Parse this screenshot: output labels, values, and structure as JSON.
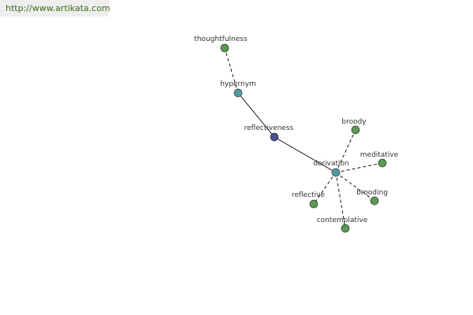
{
  "header": {
    "url": "http://www.artikata.com"
  },
  "colors": {
    "leaf_node": "#5a9a52",
    "hub_node": "#4f9aa0",
    "root_node": "#4a5090",
    "edge": "#000000"
  },
  "graph": {
    "nodes": [
      {
        "id": "thoughtfulness",
        "label": "thoughtfulness",
        "kind": "leaf"
      },
      {
        "id": "hypernym",
        "label": "hypernym",
        "kind": "hub"
      },
      {
        "id": "reflectiveness",
        "label": "reflectiveness",
        "kind": "root"
      },
      {
        "id": "derivation",
        "label": "derivation",
        "kind": "hub"
      },
      {
        "id": "broody",
        "label": "broody",
        "kind": "leaf"
      },
      {
        "id": "meditative",
        "label": "meditative",
        "kind": "leaf"
      },
      {
        "id": "brooding",
        "label": "brooding",
        "kind": "leaf"
      },
      {
        "id": "reflective",
        "label": "reflective",
        "kind": "leaf"
      },
      {
        "id": "contemplative",
        "label": "contemplative",
        "kind": "leaf"
      }
    ],
    "edges": [
      {
        "from": "hypernym",
        "to": "thoughtfulness",
        "style": "dashed"
      },
      {
        "from": "reflectiveness",
        "to": "hypernym",
        "style": "solid"
      },
      {
        "from": "reflectiveness",
        "to": "derivation",
        "style": "solid"
      },
      {
        "from": "derivation",
        "to": "broody",
        "style": "dashed"
      },
      {
        "from": "derivation",
        "to": "meditative",
        "style": "dashed"
      },
      {
        "from": "derivation",
        "to": "brooding",
        "style": "dashed"
      },
      {
        "from": "derivation",
        "to": "reflective",
        "style": "dashed"
      },
      {
        "from": "derivation",
        "to": "contemplative",
        "style": "dashed"
      }
    ]
  }
}
